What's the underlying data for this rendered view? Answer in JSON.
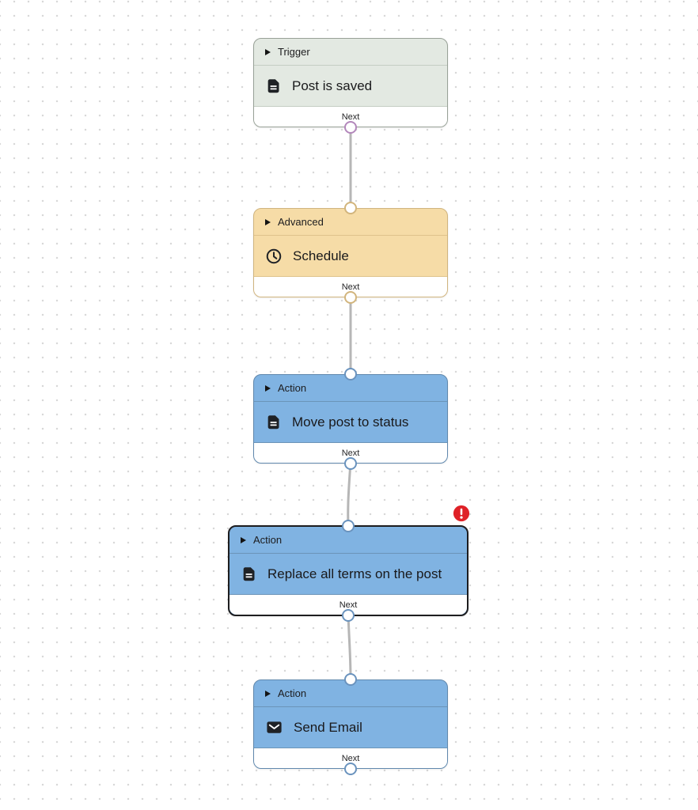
{
  "canvas": {
    "background": "#ffffff",
    "dot_color": "#d8d8d8",
    "edge_color": "#b6b6b6"
  },
  "error_badge": {
    "color": "#df2127",
    "symbol": "exclamation",
    "meaning": "error"
  },
  "nodes": [
    {
      "category": "Trigger",
      "title": "Post is saved",
      "icon": "file-text-icon",
      "footer_label": "Next",
      "has_input_port": false,
      "has_output_port": true,
      "selected": false,
      "has_error": false,
      "colors": {
        "bg": "#e3e9e2",
        "border": "#98a197",
        "divider": "#c5cec4",
        "port": "#b387bb"
      }
    },
    {
      "category": "Advanced",
      "title": "Schedule",
      "icon": "clock-icon",
      "footer_label": "Next",
      "has_input_port": true,
      "has_output_port": true,
      "selected": false,
      "has_error": false,
      "colors": {
        "bg": "#f6dca7",
        "border": "#d0b47e",
        "divider": "#dfc38c",
        "port": "#d2b57d"
      }
    },
    {
      "category": "Action",
      "title": "Move post to status",
      "icon": "file-text-icon",
      "footer_label": "Next",
      "has_input_port": true,
      "has_output_port": true,
      "selected": false,
      "has_error": false,
      "colors": {
        "bg": "#80b3e2",
        "border": "#6088ad",
        "divider": "#6b94b8",
        "port": "#6a93be"
      }
    },
    {
      "category": "Action",
      "title": "Replace all terms on the post",
      "icon": "file-text-icon",
      "footer_label": "Next",
      "has_input_port": true,
      "has_output_port": true,
      "selected": true,
      "has_error": true,
      "colors": {
        "bg": "#80b3e2",
        "border": "#1d1d1f",
        "divider": "#6b94b8",
        "port": "#6a93be"
      }
    },
    {
      "category": "Action",
      "title": "Send Email",
      "icon": "mail-icon",
      "footer_label": "Next",
      "has_input_port": true,
      "has_output_port": true,
      "selected": false,
      "has_error": false,
      "colors": {
        "bg": "#80b3e2",
        "border": "#6088ad",
        "divider": "#6b94b8",
        "port": "#6a93be"
      }
    }
  ]
}
